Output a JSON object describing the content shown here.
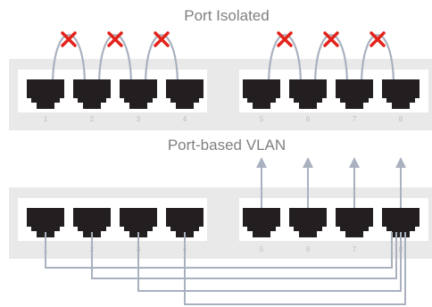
{
  "titles": {
    "isolated": "Port Isolated",
    "vlan": "Port-based VLAN"
  },
  "switch_isolated": {
    "port_labels": [
      "1",
      "2",
      "3",
      "4",
      "5",
      "6",
      "7",
      "8"
    ],
    "blocked_links": [
      [
        1,
        2
      ],
      [
        2,
        3
      ],
      [
        3,
        4
      ],
      [
        5,
        6
      ],
      [
        6,
        7
      ],
      [
        7,
        8
      ]
    ]
  },
  "switch_vlan": {
    "port_labels": [
      "1",
      "2",
      "3",
      "4",
      "5",
      "6",
      "7",
      "8"
    ],
    "uplink_ports": [
      5,
      6,
      7,
      8
    ],
    "links_to_port_8": [
      1,
      2,
      3,
      4
    ]
  },
  "colors": {
    "panel": "#e9e9e9",
    "group": "#ffffff",
    "port": "#231f20",
    "link": "#a9b1bf",
    "cross": "#e2231a",
    "title": "#7f7f7f"
  },
  "icons": {
    "port": "ethernet-port-icon",
    "blocked": "red-x-icon",
    "uplink": "up-arrow-icon"
  }
}
